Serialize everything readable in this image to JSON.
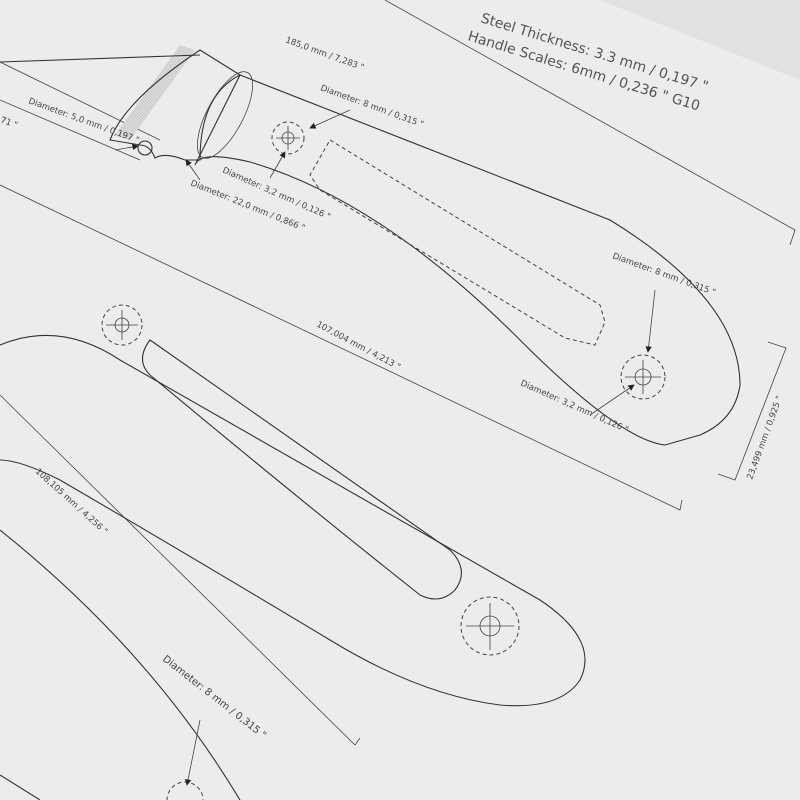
{
  "header": {
    "steel_thickness": "Steel Thickness: 3.3 mm / 0,197 \"",
    "handle_scales": "Handle Scales: 6mm / 0,236 \" G10"
  },
  "dimensions": {
    "overall_length": "185,0 mm / 7,283 \"",
    "choil_diameter": "Diameter: 5,0 mm / 0,197 \"",
    "finger_diameter": "Diameter: 22,0 mm / 0,866 \"",
    "front_pin_diameter": "Diameter: 3,2 mm / 0,126 \"",
    "front_pin_outer_diameter": "Diameter: 8 mm / 0,315 \"",
    "rear_pin_outer_diameter": "Diameter: 8 mm / 0,315 \"",
    "rear_pin_diameter": "Diameter: 3,2 mm / 0,126 \"",
    "handle_length": "107,004 mm / 4,213 \"",
    "handle_height": "23,499 mm / 0,925 \"",
    "scale_length": "108,105 mm / 4,256 \"",
    "scale_hole_diameter": "Diameter: 8 mm / 0,315 \"",
    "edge_partial": "71 \""
  }
}
